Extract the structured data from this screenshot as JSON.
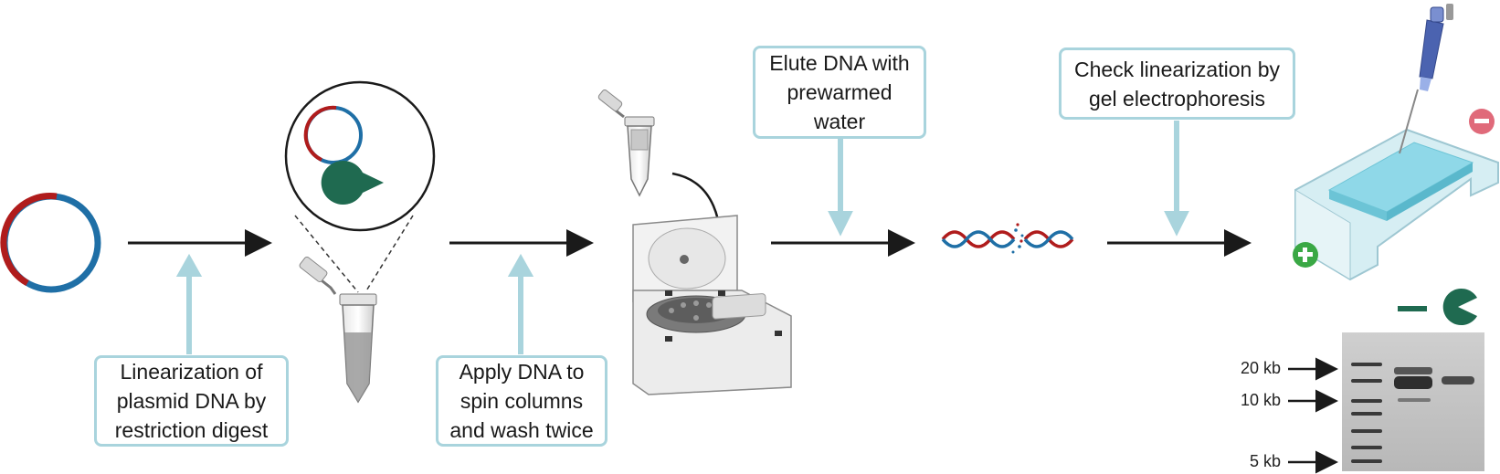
{
  "steps": {
    "linearization": [
      "Linearization of",
      "plasmid DNA by",
      "restriction digest"
    ],
    "apply": [
      "Apply DNA to",
      "spin columns",
      "and wash twice"
    ],
    "elute": [
      "Elute DNA with",
      "prewarmed",
      "water"
    ],
    "check": [
      "Check linearization by",
      "gel electrophoresis"
    ]
  },
  "gel": {
    "markers": [
      "20 kb",
      "10 kb",
      "5 kb"
    ]
  },
  "colors": {
    "plasmid_red": "#b01c1c",
    "plasmid_blue": "#1f6fa6",
    "enzyme_green": "#1f6a50",
    "box_border": "#a9d4dd",
    "arrow": "#1a1a1a",
    "gel_buffer": "#8fd8e8",
    "minus_pink": "#e06a7a",
    "plus_green": "#3aa845"
  },
  "icons": [
    "plasmid-icon",
    "magnifier-icon",
    "enzyme-icon",
    "tube-icon",
    "centrifuge-icon",
    "dna-helix-icon",
    "pipette-icon",
    "gel-box-icon",
    "minus-icon",
    "plus-icon"
  ]
}
